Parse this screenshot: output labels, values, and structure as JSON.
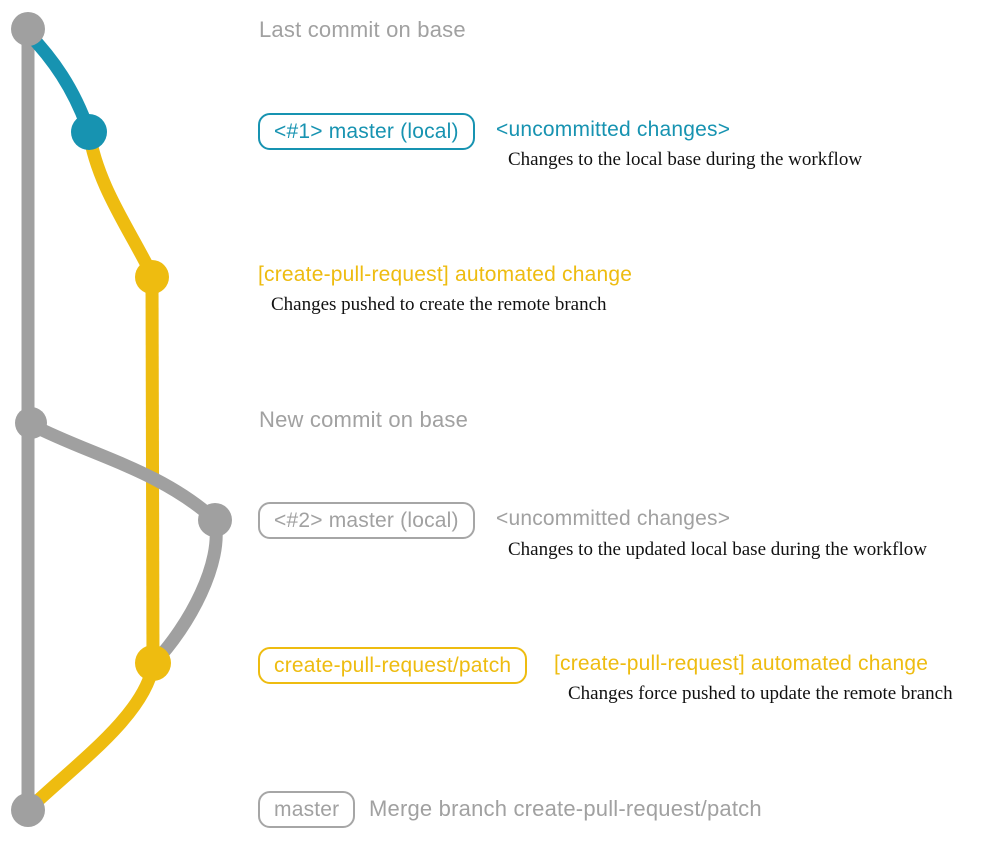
{
  "colors": {
    "gray": "#a0a0a0",
    "teal": "#1793b1",
    "yellow": "#eebc10",
    "desc_text": "#111111"
  },
  "graph": {
    "edges": [
      {
        "name": "base-branch-line",
        "color": "#a0a0a0"
      },
      {
        "name": "patch-branch-line",
        "color": "#eebc10"
      },
      {
        "name": "uncommitted-curve-1",
        "color": "#1793b1"
      },
      {
        "name": "patch-upper-curve",
        "color": "#eebc10"
      },
      {
        "name": "merge-curve",
        "color": "#eebc10"
      },
      {
        "name": "rebase-curve-upper",
        "color": "#a0a0a0"
      },
      {
        "name": "rebase-curve-lower",
        "color": "#a0a0a0"
      }
    ],
    "dots": [
      {
        "name": "last-commit-on-base",
        "color": "#a0a0a0"
      },
      {
        "name": "uncommitted-commit-1",
        "color": "#1793b1"
      },
      {
        "name": "patch-commit-1",
        "color": "#eebc10"
      },
      {
        "name": "new-commit-on-base",
        "color": "#a0a0a0"
      },
      {
        "name": "uncommitted-commit-2",
        "color": "#a0a0a0"
      },
      {
        "name": "patch-commit-2",
        "color": "#eebc10"
      },
      {
        "name": "merge-commit",
        "color": "#a0a0a0"
      }
    ]
  },
  "annotations": {
    "last_commit": "Last commit on base",
    "row1": {
      "badge": "<#1> master (local)",
      "title": "<uncommitted changes>",
      "desc": "Changes to the local base during the workflow"
    },
    "row2": {
      "title": "[create-pull-request] automated change",
      "desc": "Changes pushed to create the remote branch"
    },
    "new_commit": "New commit on base",
    "row3": {
      "badge": "<#2> master (local)",
      "title": "<uncommitted changes>",
      "desc": "Changes to the updated local base during the workflow"
    },
    "row4": {
      "badge": "create-pull-request/patch",
      "title": "[create-pull-request] automated change",
      "desc": "Changes force pushed to update the remote branch"
    },
    "row5": {
      "badge": "master",
      "title": "Merge branch create-pull-request/patch"
    }
  }
}
